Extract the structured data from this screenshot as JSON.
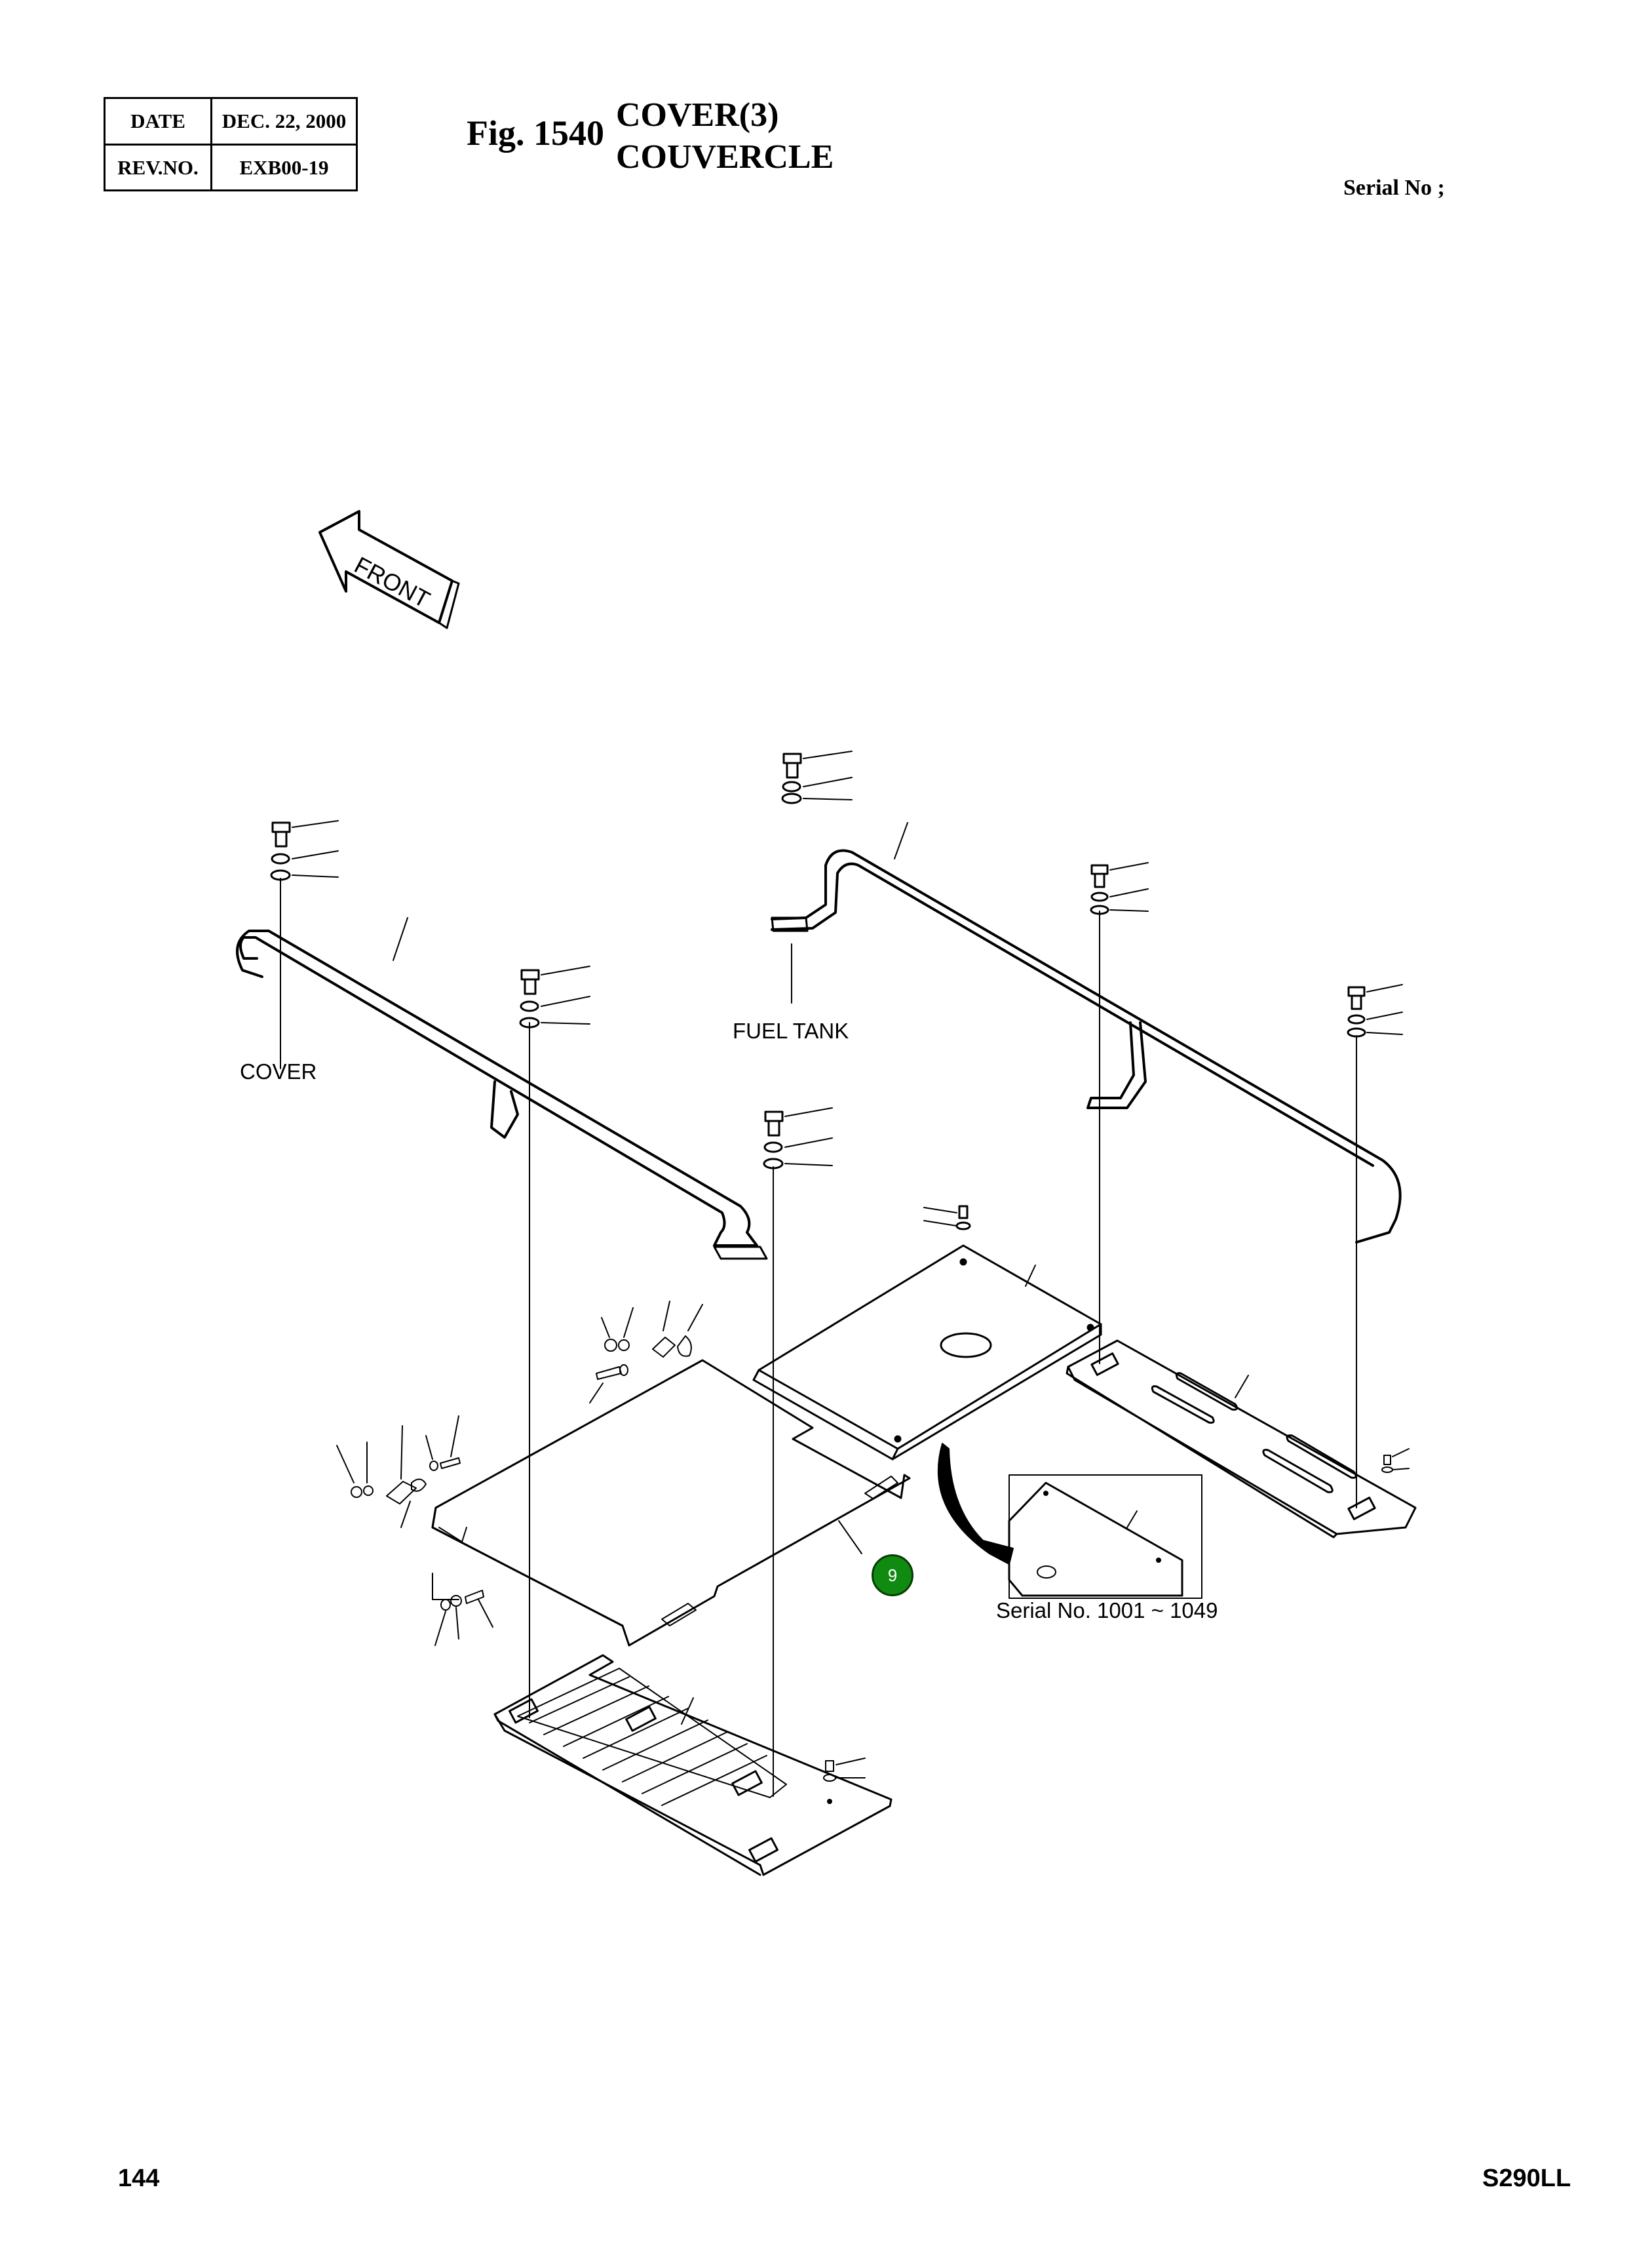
{
  "header": {
    "date_label": "DATE",
    "date_value": "DEC. 22, 2000",
    "rev_label": "REV.NO.",
    "rev_value": "EXB00-19",
    "fig_number": "Fig. 1540",
    "title_en": "COVER(3)",
    "title_fr": "COUVERCLE",
    "serial_label": "Serial No ;"
  },
  "diagram": {
    "front_label": "FRONT",
    "labels": {
      "cover": "COVER",
      "fuel_tank": "FUEL TANK",
      "serial_range": "Serial No. 1001 ~ 1049"
    },
    "callout": {
      "number": "9",
      "color": "#118a11"
    }
  },
  "footer": {
    "page_number": "144",
    "model": "S290LL"
  }
}
